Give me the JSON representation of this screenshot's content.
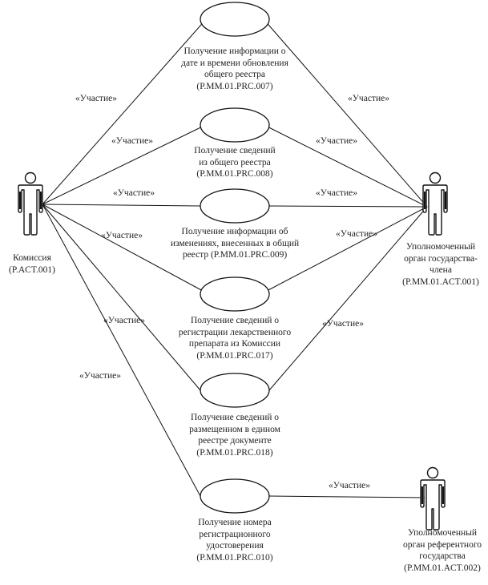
{
  "diagram": {
    "type": "uml-use-case",
    "stereotype": "«Участие»",
    "actors": [
      {
        "id": "act-commission",
        "lines": [
          "Комиссия",
          "(P.ACT.001)"
        ]
      },
      {
        "id": "act-member-state",
        "lines": [
          "Уполномоченный",
          "орган государства-",
          "члена",
          "(P.MM.01.ACT.001)"
        ]
      },
      {
        "id": "act-reference-state",
        "lines": [
          "Уполномоченный",
          "орган референтного",
          "государства",
          "(P.MM.01.ACT.002)"
        ]
      }
    ],
    "use_cases": [
      {
        "id": "uc-007",
        "lines": [
          "Получение информации о",
          "дате и времени обновления",
          "общего реестра",
          "(P.MM.01.PRC.007)"
        ]
      },
      {
        "id": "uc-008",
        "lines": [
          "Получение сведений",
          "из общего реестра",
          "(P.MM.01.PRC.008)"
        ]
      },
      {
        "id": "uc-009",
        "lines": [
          "Получение информации об",
          "изменениях, внесенных в общий",
          "реестр (P.MM.01.PRC.009)"
        ]
      },
      {
        "id": "uc-017",
        "lines": [
          "Получение сведений о",
          "регистрации лекарственного",
          "препарата из Комиссии",
          "(P.MM.01.PRC.017)"
        ]
      },
      {
        "id": "uc-018",
        "lines": [
          "Получение сведений о",
          "размещенном в едином",
          "реестре документе",
          "(P.MM.01.PRC.018)"
        ]
      },
      {
        "id": "uc-010",
        "lines": [
          "Получение номера",
          "регистрационного",
          "удостоверения",
          "(P.MM.01.PRC.010)"
        ]
      }
    ],
    "associations": [
      {
        "from": "act-commission",
        "to": "uc-007",
        "label": "«Участие»"
      },
      {
        "from": "act-commission",
        "to": "uc-008",
        "label": "«Участие»"
      },
      {
        "from": "act-commission",
        "to": "uc-009",
        "label": "«Участие»"
      },
      {
        "from": "act-commission",
        "to": "uc-017",
        "label": "«Участие»"
      },
      {
        "from": "act-commission",
        "to": "uc-018",
        "label": "«Участие»"
      },
      {
        "from": "act-commission",
        "to": "uc-010",
        "label": "«Участие»"
      },
      {
        "from": "act-member-state",
        "to": "uc-007",
        "label": "«Участие»"
      },
      {
        "from": "act-member-state",
        "to": "uc-008",
        "label": "«Участие»"
      },
      {
        "from": "act-member-state",
        "to": "uc-009",
        "label": "«Участие»"
      },
      {
        "from": "act-member-state",
        "to": "uc-017",
        "label": "«Участие»"
      },
      {
        "from": "act-member-state",
        "to": "uc-018",
        "label": "«Участие»"
      },
      {
        "from": "act-reference-state",
        "to": "uc-010",
        "label": "«Участие»"
      }
    ]
  }
}
